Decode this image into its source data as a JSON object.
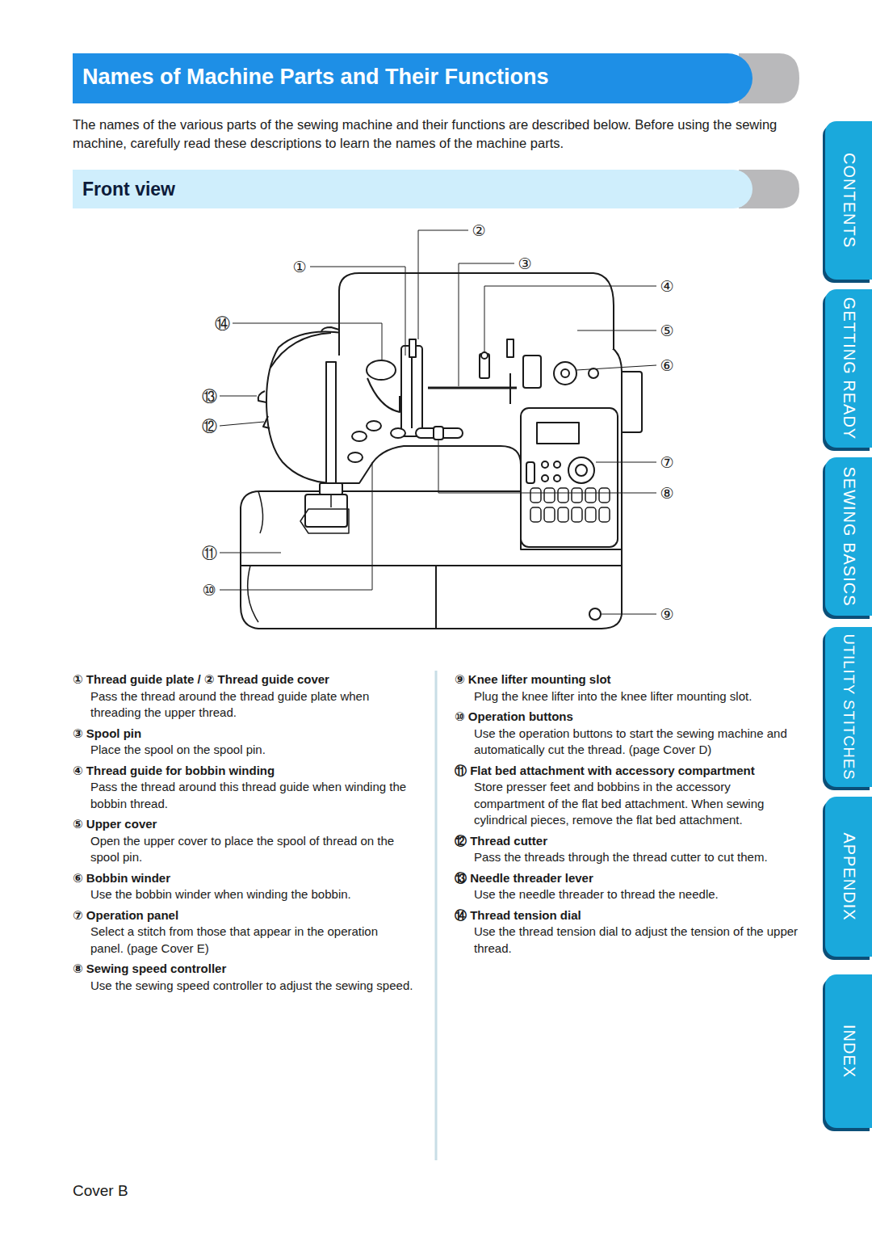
{
  "diagram": {
    "title": "Names of Machine Parts and Their Functions",
    "nodes": [
      {
        "text": [
          "Front view"
        ]
      },
      {
        "text": [
          "CONTENTS"
        ]
      },
      {
        "text": [
          "GETTING READY"
        ]
      },
      {
        "text": [
          "SEWING BASICS"
        ]
      },
      {
        "text": [
          "UTILITY STITCHES"
        ]
      },
      {
        "text": [
          "APPENDIX"
        ]
      },
      {
        "text": [
          "INDEX"
        ]
      }
    ],
    "labels": [
      "The names of the various parts of the sewing machine and their functions are described below. Before using the sewing machine, carefully read these descriptions to learn the names of the machine parts.",
      "①",
      "②",
      "③",
      "④",
      "⑤",
      "⑥",
      "⑦",
      "⑧",
      "⑨",
      "⑩",
      "⑪",
      "⑫",
      "⑬",
      "⑭",
      "① Thread guide plate / ② Thread guide cover",
      "Pass the thread around the thread guide plate when threading the upper thread.",
      "③ Spool pin",
      "Place the spool on the spool pin.",
      "④ Thread guide for bobbin winding",
      "Pass the thread around this thread guide when winding the bobbin thread.",
      "⑤ Upper cover",
      "Open the upper cover to place the spool of thread on the spool pin.",
      "⑥ Bobbin winder",
      "Use the bobbin winder when winding the bobbin.",
      "⑦ Operation panel",
      "Select a stitch from those that appear in the operation panel. (page Cover E)",
      "⑧ Sewing speed controller",
      "Use the sewing speed controller to adjust the sewing speed.",
      "⑨ Knee lifter mounting slot",
      "Plug the knee lifter into the knee lifter mounting slot.",
      "⑩ Operation buttons",
      "Use the operation buttons to start the sewing machine and automatically cut the thread. (page Cover D)",
      "⑪ Flat bed attachment with accessory compartment",
      "Store presser feet and bobbins in the accessory compartment of the flat bed attachment. When sewing cylindrical pieces, remove the flat bed attachment.",
      "⑫ Thread cutter",
      "Pass the threads through the thread cutter to cut them.",
      "⑬ Needle threader lever",
      "Use the needle threader to thread the needle.",
      "⑭ Thread tension dial",
      "Use the thread tension dial to adjust the tension of the upper thread.",
      "Cover B"
    ]
  }
}
